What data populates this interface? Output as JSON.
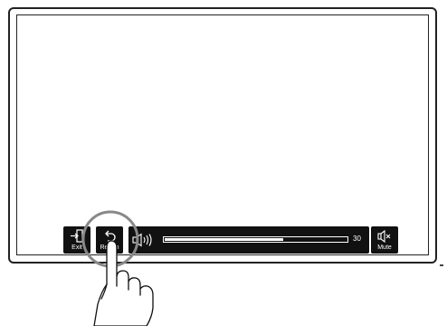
{
  "controls": {
    "exit": {
      "label": "Exit",
      "icon": "exit-icon"
    },
    "return": {
      "label": "Return",
      "icon": "return-icon"
    },
    "volume": {
      "icon": "speaker-icon",
      "level": 0.65,
      "value": "30"
    },
    "mute": {
      "label": "Mute",
      "icon": "mute-icon"
    }
  },
  "colors": {
    "bar": "#111111",
    "frame": "#222222",
    "highlight_circle": "#888888"
  }
}
